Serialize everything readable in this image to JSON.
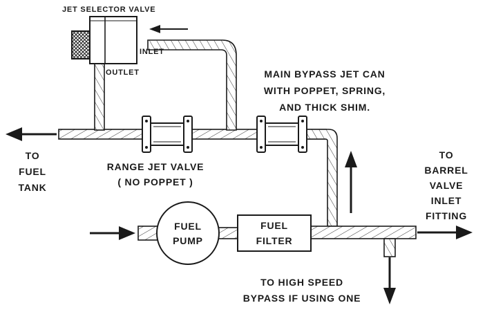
{
  "title": "JET SELECTOR VALVE",
  "labels": {
    "inlet": "INLET",
    "outlet": "OUTLET",
    "main_bypass": [
      "MAIN BYPASS JET CAN",
      "WITH POPPET, SPRING,",
      "AND THICK SHIM."
    ],
    "to_fuel_tank": [
      "TO",
      "FUEL",
      "TANK"
    ],
    "range_jet": [
      "RANGE JET VALVE",
      "( NO POPPET )"
    ],
    "to_barrel": [
      "TO",
      "BARREL",
      "VALVE",
      "INLET",
      "FITTING"
    ],
    "fuel_pump": [
      "FUEL",
      "PUMP"
    ],
    "fuel_filter": [
      "FUEL",
      "FILTER"
    ],
    "high_speed": [
      "TO HIGH SPEED",
      "BYPASS IF USING ONE"
    ]
  }
}
